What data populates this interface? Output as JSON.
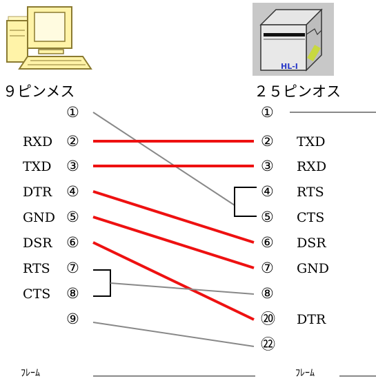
{
  "left_connector": {
    "title": "９ピンメス",
    "icon": "computer-icon",
    "pins": [
      {
        "num": "①",
        "signal": ""
      },
      {
        "num": "②",
        "signal": "RXD"
      },
      {
        "num": "③",
        "signal": "TXD"
      },
      {
        "num": "④",
        "signal": "DTR"
      },
      {
        "num": "⑤",
        "signal": "GND"
      },
      {
        "num": "⑥",
        "signal": "DSR"
      },
      {
        "num": "⑦",
        "signal": "RTS"
      },
      {
        "num": "⑧",
        "signal": "CTS"
      },
      {
        "num": "⑨",
        "signal": ""
      }
    ],
    "frame_label": "ﾌﾚｰﾑ"
  },
  "right_connector": {
    "title": "２５ピンオス",
    "icon": "printer-icon",
    "device_label": "HL-I",
    "pins": [
      {
        "num": "①",
        "signal": ""
      },
      {
        "num": "②",
        "signal": "TXD"
      },
      {
        "num": "③",
        "signal": "RXD"
      },
      {
        "num": "④",
        "signal": "RTS"
      },
      {
        "num": "⑤",
        "signal": "CTS"
      },
      {
        "num": "⑥",
        "signal": "DSR"
      },
      {
        "num": "⑦",
        "signal": "GND"
      },
      {
        "num": "⑧",
        "signal": ""
      },
      {
        "num": "⑳",
        "signal": "DTR"
      },
      {
        "num": "㉒",
        "signal": ""
      }
    ],
    "frame_label": "ﾌﾚｰﾑ"
  },
  "colors": {
    "signal_wire": "#ee1111",
    "aux_wire": "#888888",
    "bracket": "#000000"
  }
}
